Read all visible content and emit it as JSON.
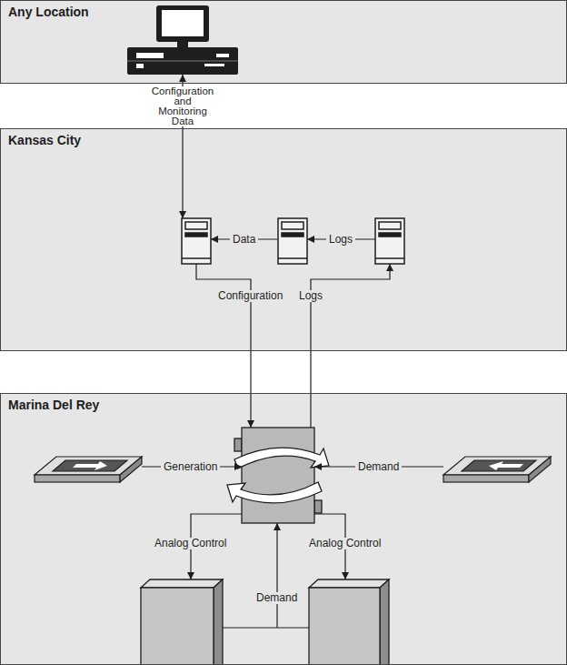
{
  "diagram": {
    "nodes": [
      {
        "text": [
          "Any Location"
        ]
      },
      {
        "text": [
          "Kansas City"
        ]
      },
      {
        "text": [
          "Marina Del Rey"
        ]
      }
    ],
    "edges": [
      {
        "from": 0,
        "to": 1,
        "label": "Configuration and Monitoring Data",
        "arrow": "both"
      },
      {
        "from": 1,
        "to": 2,
        "label": "Configuration",
        "arrow": "to"
      },
      {
        "from": 2,
        "to": 1,
        "label": "Logs",
        "arrow": "to"
      }
    ],
    "labels": [
      "Data",
      "Logs",
      "Generation",
      "Demand",
      "Analog Control",
      "Analog Control",
      "Demand"
    ]
  }
}
